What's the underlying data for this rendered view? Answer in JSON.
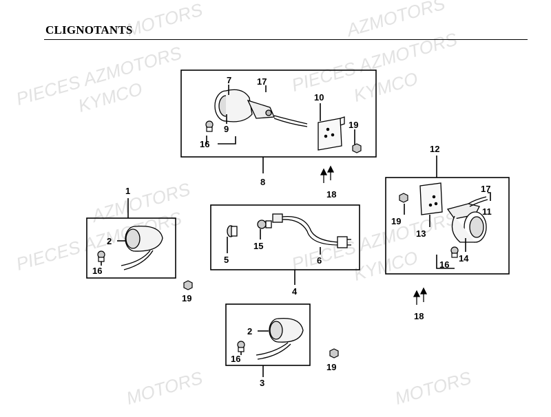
{
  "title": "CLIGNOTANTS",
  "watermark": {
    "line1": "PIECES AZMOTORS",
    "line2": "KYMCO",
    "partial1": "MOTORS",
    "partial2": "AZMOTORS"
  },
  "callouts": {
    "n1": "1",
    "n2": "2",
    "n3": "3",
    "n4": "4",
    "n5": "5",
    "n6": "6",
    "n7": "7",
    "n8": "8",
    "n9": "9",
    "n10": "10",
    "n11": "11",
    "n12": "12",
    "n13": "13",
    "n14": "14",
    "n15": "15",
    "n16": "16",
    "n17": "17",
    "n18": "18",
    "n19": "19"
  }
}
